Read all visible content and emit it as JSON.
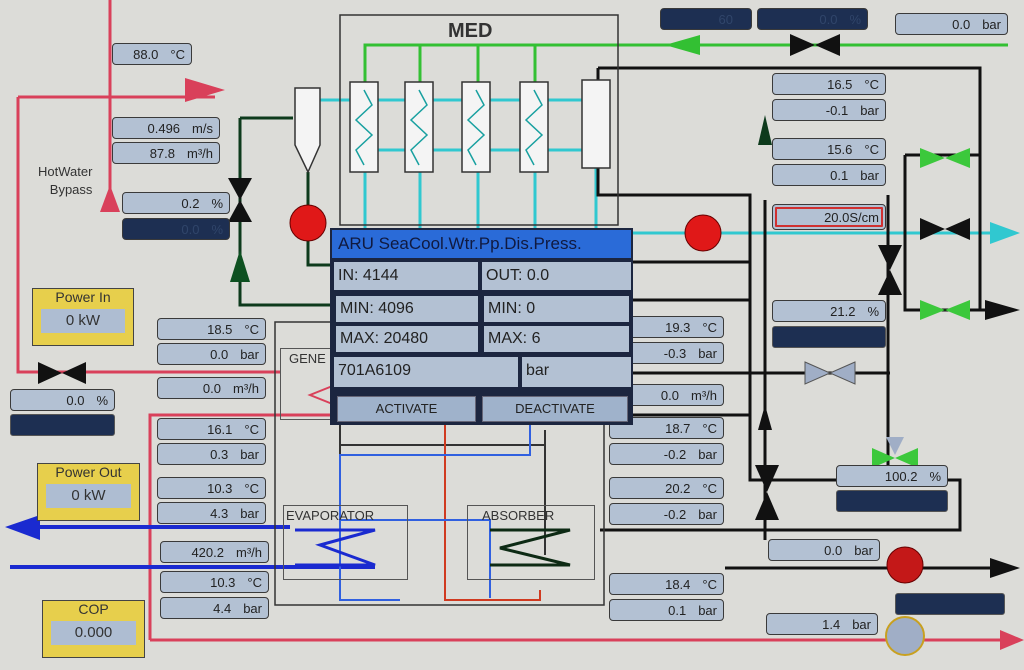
{
  "diagram": {
    "med_title": "MED",
    "hotwater_bypass": "HotWater\nBypass",
    "generator": "GENE",
    "evaporator": "EVAPORATOR",
    "absorber": "ABSORBER"
  },
  "power_in": {
    "label": "Power In",
    "value": "0 kW"
  },
  "power_out": {
    "label": "Power Out",
    "value": "0 kW"
  },
  "cop": {
    "label": "COP",
    "value": "0.000"
  },
  "popup": {
    "title": "ARU SeaCool.Wtr.Pp.Dis.Press.",
    "in": "IN: 4144",
    "out": "OUT: 0.0",
    "min_in": "MIN: 4096",
    "min_out": "MIN: 0",
    "max_in": "MAX: 20480",
    "max_out": "MAX: 6",
    "tag": "701A6109",
    "unit": "bar",
    "activate": "ACTIVATE",
    "deactivate": "DEACTIVATE"
  },
  "readouts": [
    {
      "value": "60",
      "unit": ""
    },
    {
      "value": "0.0",
      "unit": "%"
    },
    {
      "value": "0.0",
      "unit": "bar"
    },
    {
      "value": "88.0",
      "unit": "°C"
    },
    {
      "value": "0.496",
      "unit": "m/s"
    },
    {
      "value": "87.8",
      "unit": "m³/h"
    },
    {
      "value": "0.2",
      "unit": "%"
    },
    {
      "value": "0.0",
      "unit": "%"
    },
    {
      "value": "0.0",
      "unit": "%"
    },
    {
      "value": "18.5",
      "unit": "°C"
    },
    {
      "value": "0.0",
      "unit": "bar"
    },
    {
      "value": "0.0",
      "unit": "m³/h"
    },
    {
      "value": "16.1",
      "unit": "°C"
    },
    {
      "value": "0.3",
      "unit": "bar"
    },
    {
      "value": "10.3",
      "unit": "°C"
    },
    {
      "value": "4.3",
      "unit": "bar"
    },
    {
      "value": "420.2",
      "unit": "m³/h"
    },
    {
      "value": "10.3",
      "unit": "°C"
    },
    {
      "value": "4.4",
      "unit": "bar"
    },
    {
      "value": "19.3",
      "unit": "°C"
    },
    {
      "value": "-0.3",
      "unit": "bar"
    },
    {
      "value": "0.0",
      "unit": "m³/h"
    },
    {
      "value": "18.7",
      "unit": "°C"
    },
    {
      "value": "-0.2",
      "unit": "bar"
    },
    {
      "value": "20.2",
      "unit": "°C"
    },
    {
      "value": "-0.2",
      "unit": "bar"
    },
    {
      "value": "18.4",
      "unit": "°C"
    },
    {
      "value": "0.1",
      "unit": "bar"
    },
    {
      "value": "16.5",
      "unit": "°C"
    },
    {
      "value": "-0.1",
      "unit": "bar"
    },
    {
      "value": "15.6",
      "unit": "°C"
    },
    {
      "value": "0.1",
      "unit": "bar"
    },
    {
      "value": "20.0",
      "unit": "S/cm"
    },
    {
      "value": "21.2",
      "unit": "%"
    },
    {
      "value": "100.2",
      "unit": "%"
    },
    {
      "value": "0.0",
      "unit": "bar"
    },
    {
      "value": "1.4",
      "unit": "bar"
    }
  ]
}
